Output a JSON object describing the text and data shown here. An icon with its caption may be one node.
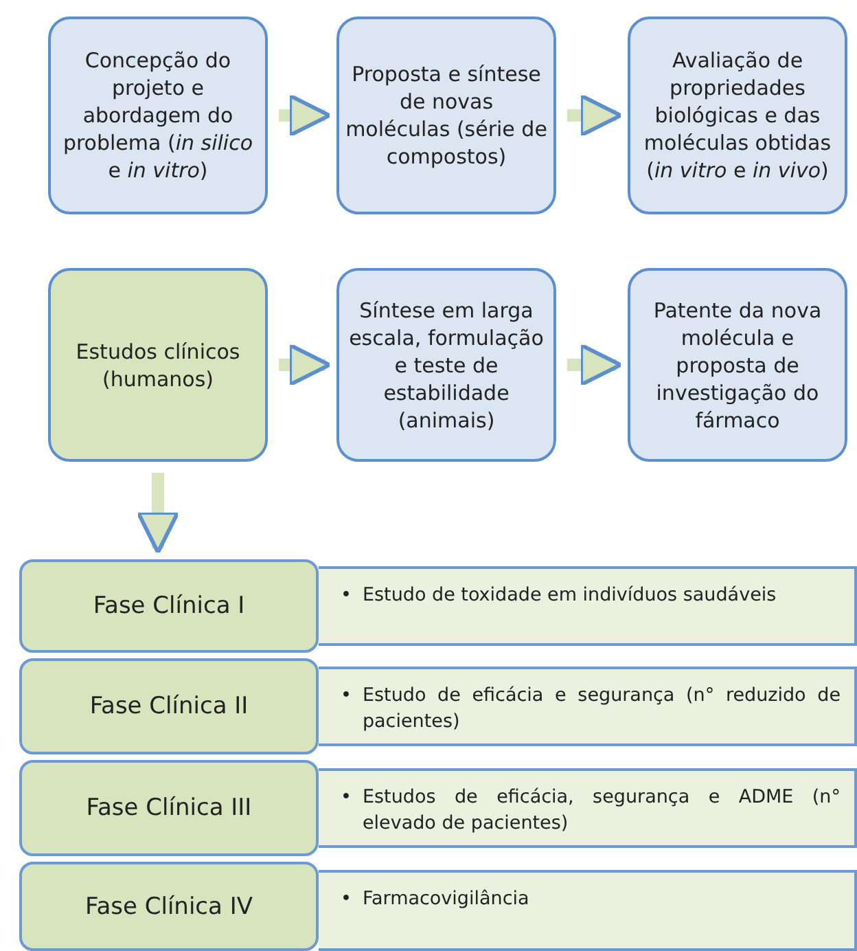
{
  "diagram": {
    "nodes": [
      {
        "text": [
          "Concepção do projeto e abordagem do problema (*in silico* e *in vitro*)"
        ]
      },
      {
        "text": [
          "Proposta e síntese de novas moléculas (série de compostos)"
        ]
      },
      {
        "text": [
          "Avaliação de propriedades biológicas e das moléculas obtidas (*in vitro* e *in vivo*)"
        ]
      },
      {
        "text": [
          "Estudos clínicos (humanos)"
        ]
      },
      {
        "text": [
          "Síntese em larga escala, formulação e teste de estabilidade (animais)"
        ]
      },
      {
        "text": [
          "Patente da nova molécula e proposta de investigação do fármaco"
        ]
      },
      {
        "text": [
          "Fase Clínica I"
        ]
      },
      {
        "text": [
          "•",
          "Estudo de toxidade em indivíduos saudáveis"
        ]
      },
      {
        "text": [
          "Fase Clínica II"
        ]
      },
      {
        "text": [
          "•",
          "Estudo de eficácia e segurança (n° reduzido de pacientes)"
        ]
      },
      {
        "text": [
          "Fase Clínica III"
        ]
      },
      {
        "text": [
          "•",
          "Estudos de eficácia, segurança e ADME (n° elevado de pacientes)"
        ]
      },
      {
        "text": [
          "Fase Clínica IV"
        ]
      },
      {
        "text": [
          "•",
          "Farmacovigilância"
        ]
      }
    ],
    "edges": [
      {
        "from": 0,
        "to": 1,
        "arrow": "to"
      },
      {
        "from": 1,
        "to": 2,
        "arrow": "to"
      },
      {
        "from": 3,
        "to": 4,
        "arrow": "to"
      },
      {
        "from": 4,
        "to": 5,
        "arrow": "to"
      },
      {
        "from": 3,
        "to": 6,
        "arrow": "to"
      }
    ]
  }
}
